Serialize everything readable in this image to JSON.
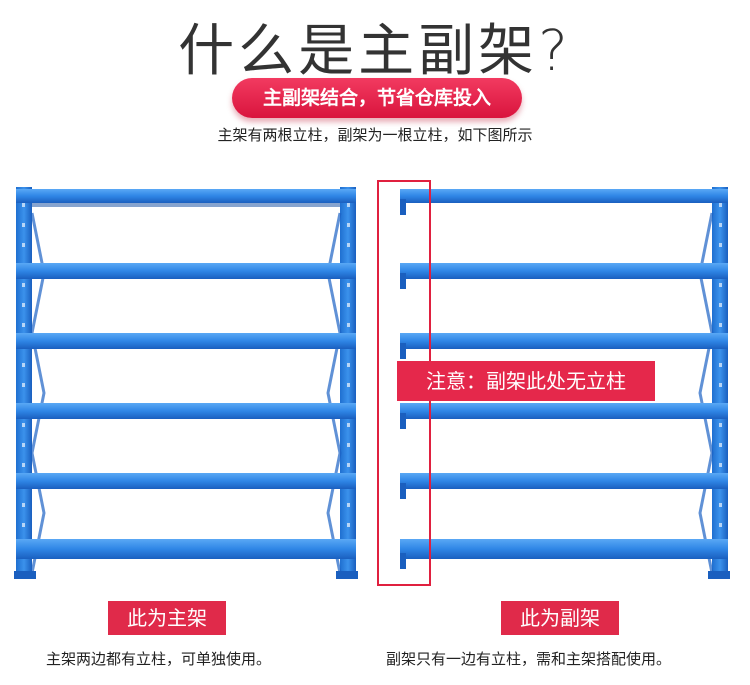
{
  "header": {
    "title": "什么是主副架?",
    "pill": "主副架结合，节省仓库投入",
    "subtitle": "主架有两根立柱，副架为一根立柱，如下图所示"
  },
  "notice": "注意：副架此处无立柱",
  "main_rack": {
    "tag": "此为主架",
    "caption": "主架两边都有立柱，可单独使用。"
  },
  "sub_rack": {
    "tag": "此为副架",
    "caption": "副架只有一边有立柱，需和主架搭配使用。"
  },
  "colors": {
    "accent_red": "#e02a4a",
    "rack_blue": "#1f74d6",
    "rack_blue_light": "#4a9cf0"
  }
}
